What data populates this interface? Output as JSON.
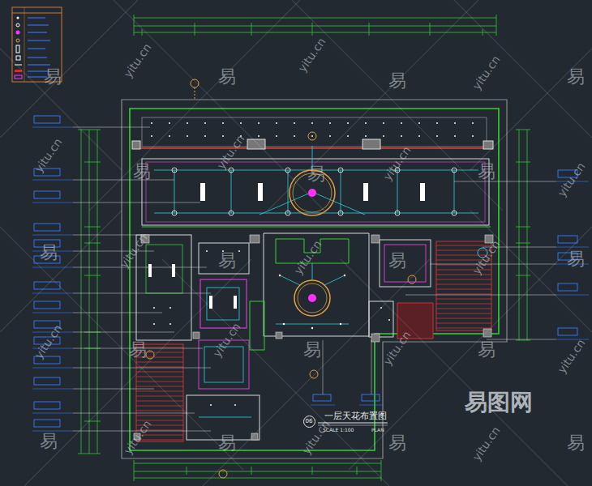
{
  "diagram": {
    "title": "一层天花布置图",
    "nodes": [
      {
        "text": [
          "06"
        ]
      }
    ],
    "labels": [
      "SCALE 1:100",
      "PLAN",
      "易",
      "易",
      "易",
      "易",
      "易",
      "易",
      "易",
      "易",
      "易",
      "易",
      "易",
      "易",
      "易",
      "易",
      "易",
      "易",
      "易",
      "易",
      "yitu.cn",
      "yitu.cn",
      "yitu.cn",
      "yitu.cn",
      "yitu.cn",
      "yitu.cn",
      "yitu.cn",
      "yitu.cn",
      "yitu.cn",
      "yitu.cn",
      "yitu.cn",
      "yitu.cn",
      "yitu.cn",
      "yitu.cn",
      "yitu.cn",
      "yitu.cn",
      "yitu.cn",
      "易图网"
    ]
  }
}
